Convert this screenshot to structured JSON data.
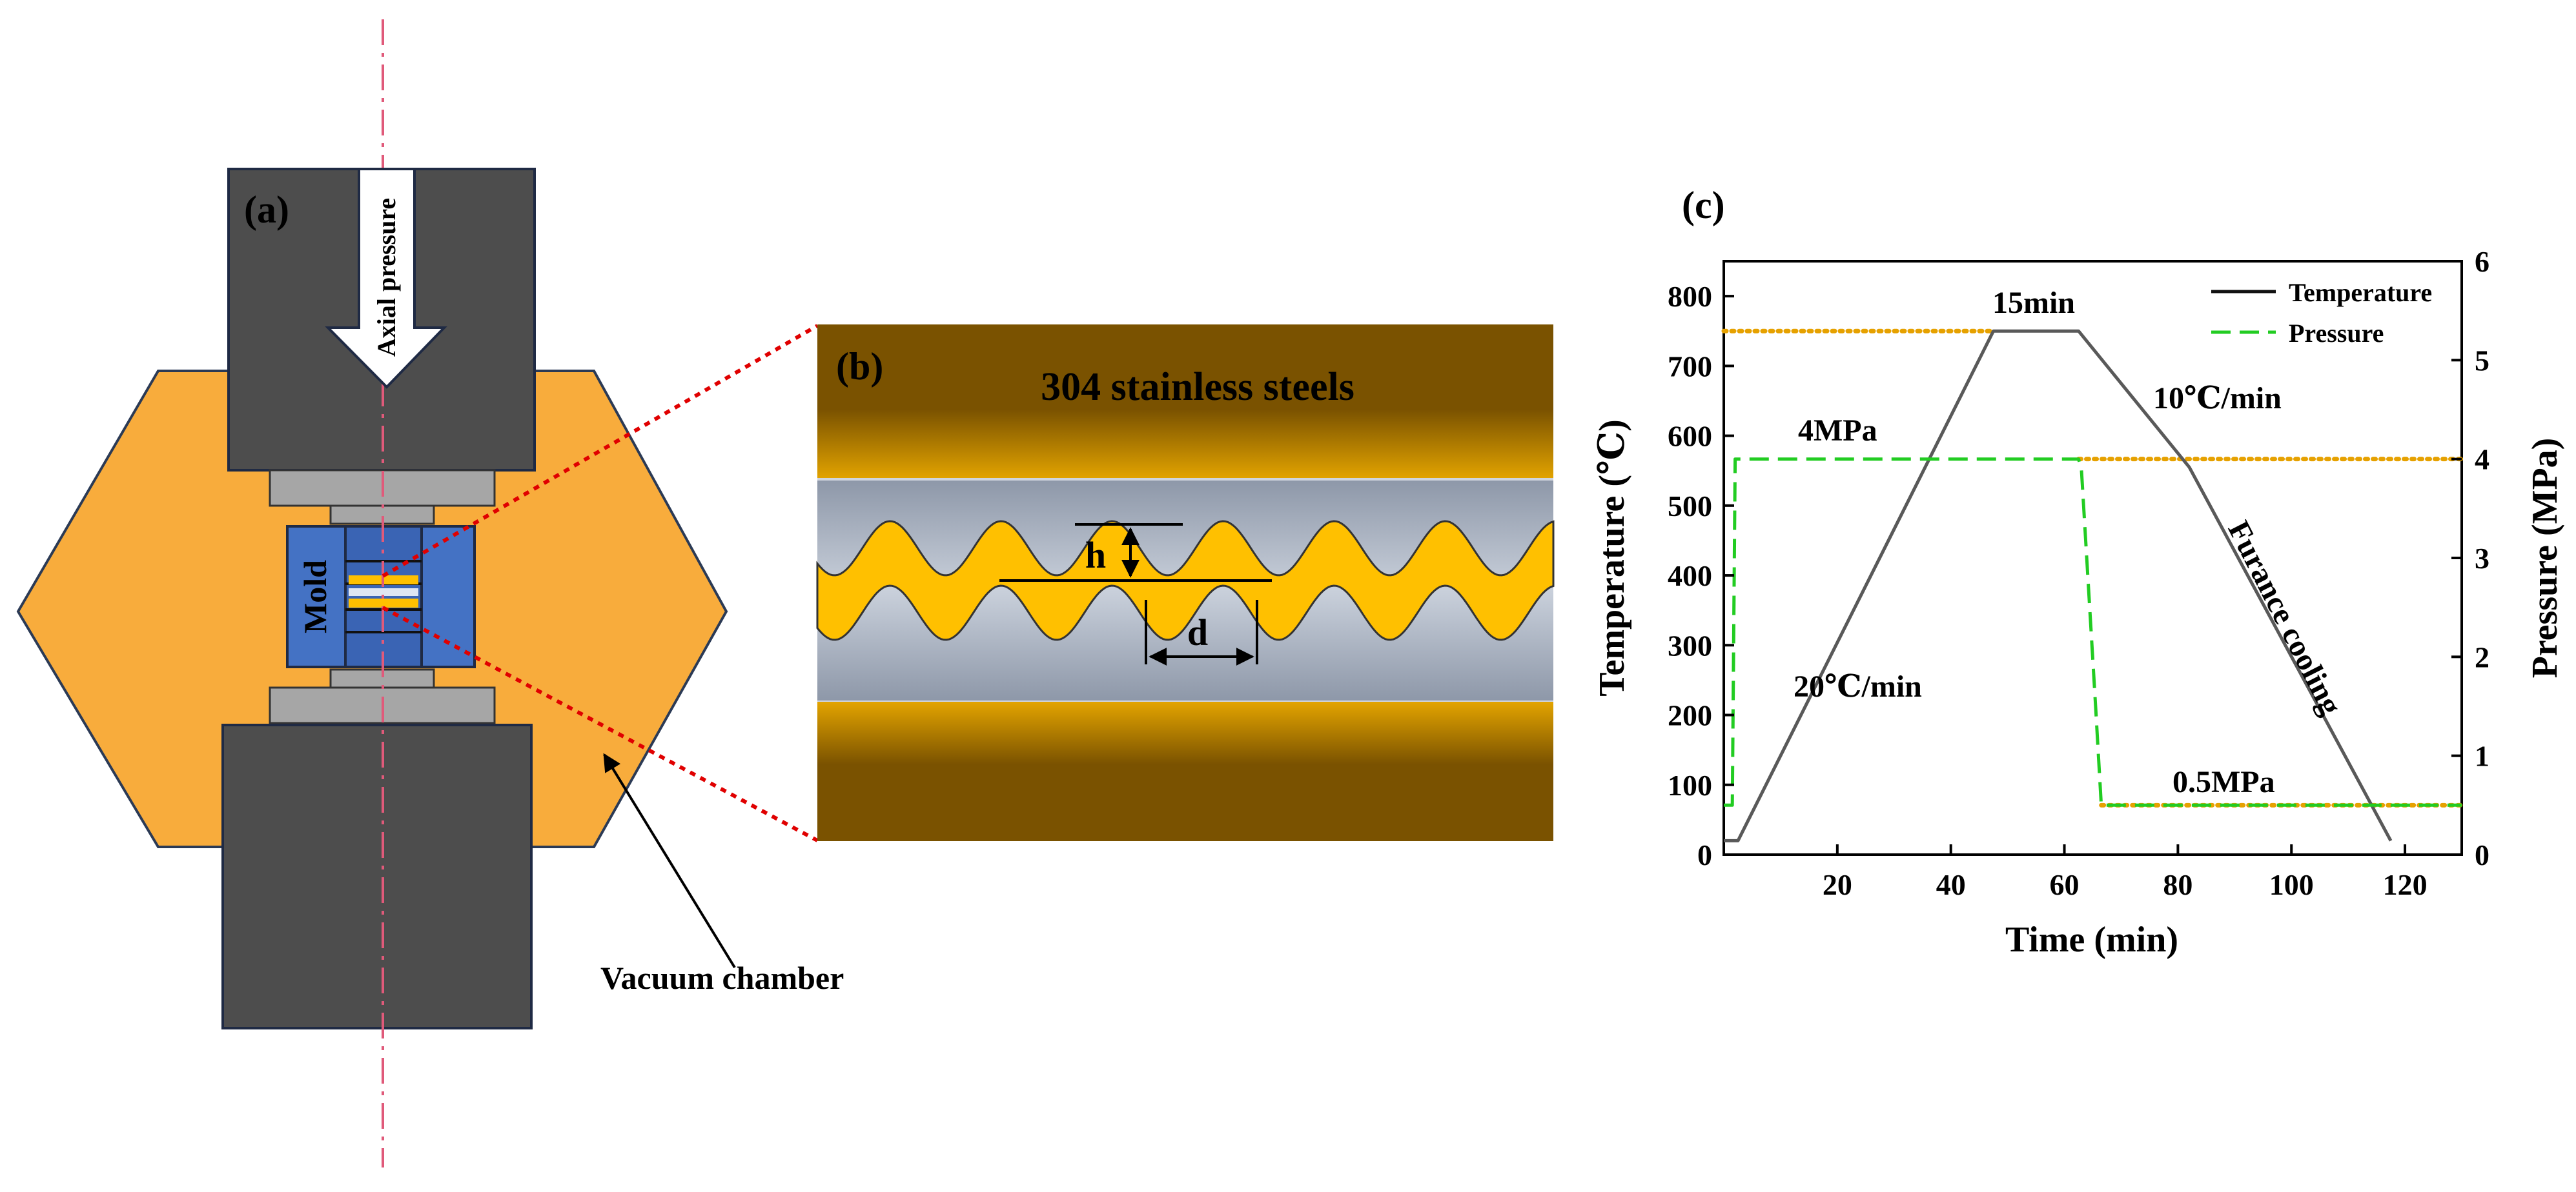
{
  "panel_a": {
    "label": "(a)",
    "arrow_label": "Axial pressure",
    "mold_label": "Mold",
    "chamber_label": "Vacuum chamber",
    "colors": {
      "chamber": "#f8ac3c",
      "ram": "#4d4d4d",
      "mold": "#4472c4",
      "spacer": "#a6a6a6",
      "axis": "#e05a7a",
      "zoom_line": "#e00000"
    }
  },
  "panel_b": {
    "label": "(b)",
    "title": "304 stainless steels",
    "h_label": "h",
    "d_label": "d",
    "colors": {
      "steel": "#7a5200",
      "interlayer": "#ffc000",
      "gap": "#9ea8b8"
    }
  },
  "panel_c": {
    "label": "(c)",
    "colors": {
      "temperature": "#595959",
      "pressure": "#22cc22",
      "reference": "#e6a100"
    },
    "chart_data": {
      "type": "line",
      "xlabel": "Time  (min)",
      "ylabel_left": "Temperature  (℃)",
      "ylabel_right": "Pressure  (MPa)",
      "xlim": [
        0,
        130
      ],
      "ylim_left": [
        0,
        850
      ],
      "ylim_right": [
        0,
        6
      ],
      "x_ticks": [
        "20",
        "40",
        "60",
        "80",
        "100",
        "120"
      ],
      "x_tick_values": [
        20,
        40,
        60,
        80,
        100,
        120
      ],
      "y_left_ticks": [
        "0",
        "100",
        "200",
        "300",
        "400",
        "500",
        "600",
        "700",
        "800"
      ],
      "y_left_tick_values": [
        0,
        100,
        200,
        300,
        400,
        500,
        600,
        700,
        800
      ],
      "y_right_ticks": [
        "0",
        "1",
        "2",
        "3",
        "4",
        "5",
        "6"
      ],
      "y_right_tick_values": [
        0,
        1,
        2,
        3,
        4,
        5,
        6
      ],
      "legend_position": "top-right",
      "series": [
        {
          "name": "Temperature",
          "axis": "left",
          "style": "solid",
          "x": [
            0,
            2.5,
            47.5,
            62.5,
            82,
            117.5
          ],
          "y": [
            20,
            20,
            750,
            750,
            555,
            20
          ]
        },
        {
          "name": "Pressure",
          "axis": "right",
          "style": "dashed",
          "x": [
            0,
            1.5,
            2,
            62.5,
            63,
            65.5,
            66.5,
            130
          ],
          "y": [
            0.5,
            0.5,
            4,
            4,
            3.9,
            1.5,
            0.5,
            0.5
          ]
        }
      ],
      "reference_lines": [
        {
          "axis": "left",
          "y": 750,
          "x_from": 0,
          "x_to": 47.5
        },
        {
          "axis": "right",
          "y": 4,
          "x_from": 62.5,
          "x_to": 130
        },
        {
          "axis": "right",
          "y": 0.5,
          "x_from": 66.5,
          "x_to": 130
        }
      ],
      "annotations": [
        "15min",
        "10℃/min",
        "4MPa",
        "20℃/min",
        "Furance cooling",
        "0.5MPa"
      ]
    }
  }
}
